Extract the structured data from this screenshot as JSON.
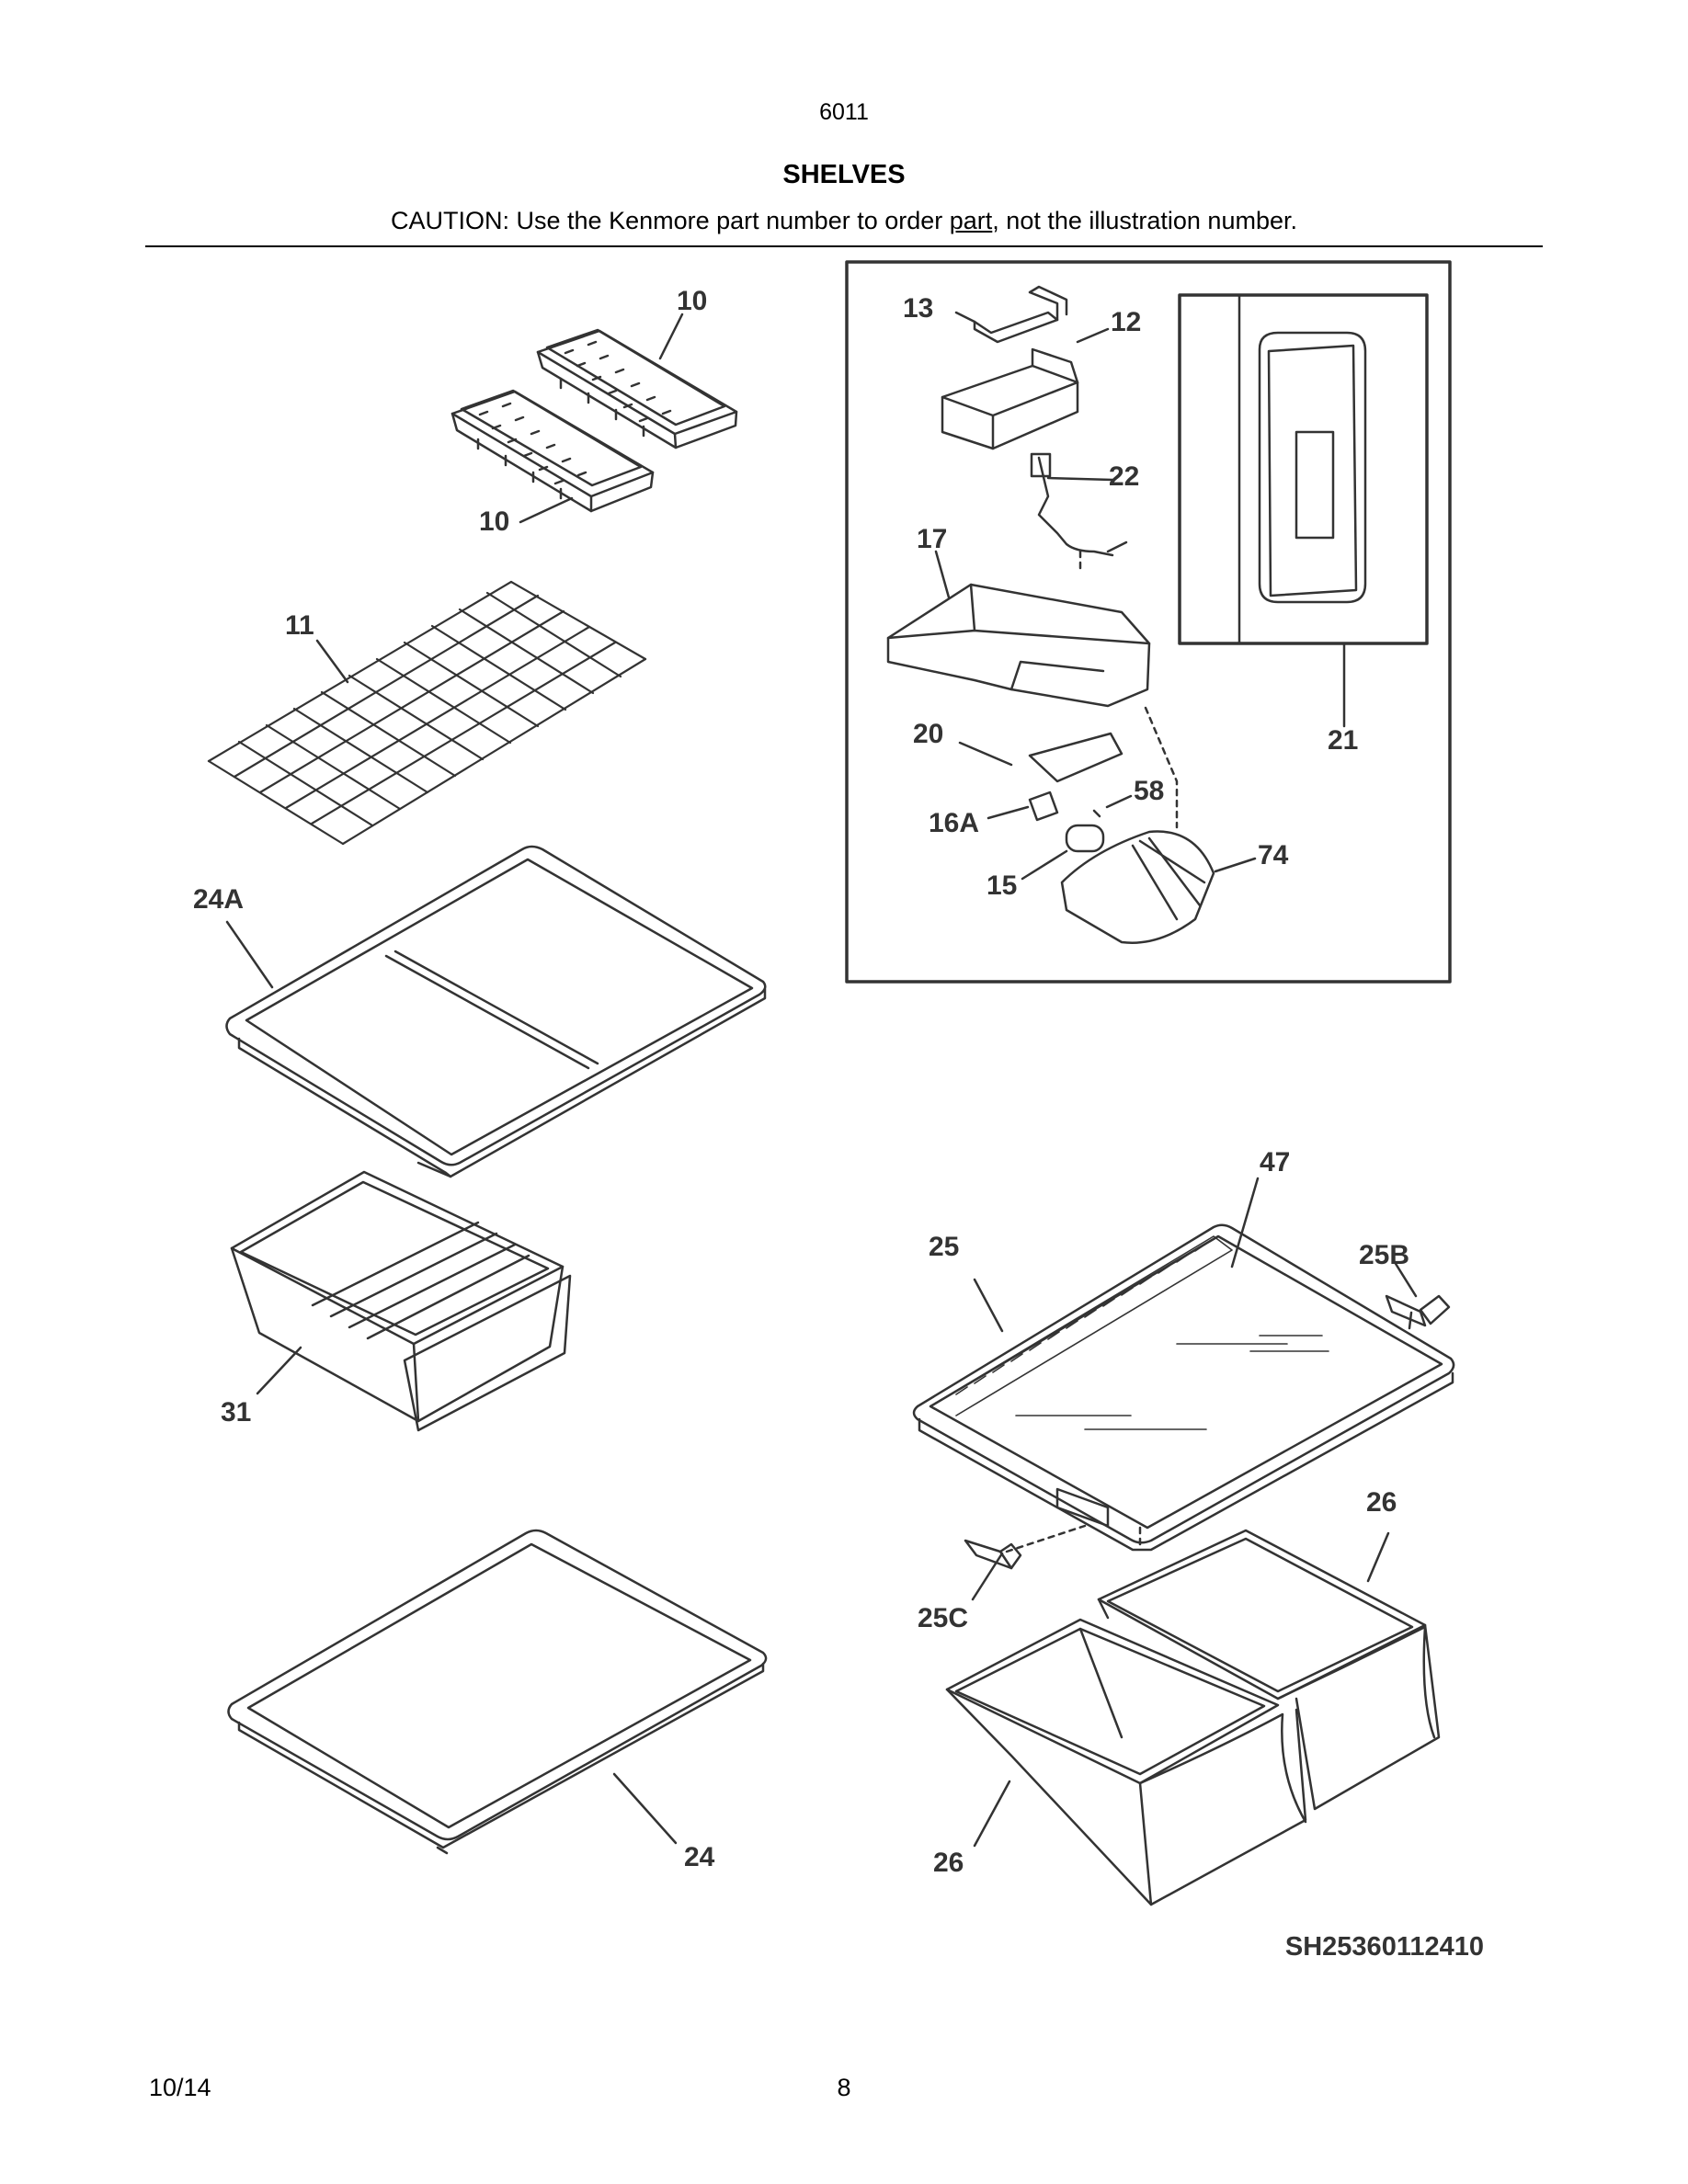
{
  "header": {
    "model": "6011",
    "title": "SHELVES",
    "caution_pre": "CAUTION: Use the Kenmore part number to order ",
    "caution_link": "part",
    "caution_post": ", not the illustration number."
  },
  "callouts": {
    "c10a": "10",
    "c10b": "10",
    "c11": "11",
    "c24a": "24A",
    "c31": "31",
    "c24": "24",
    "c13": "13",
    "c12": "12",
    "c22": "22",
    "c17": "17",
    "c20": "20",
    "c58": "58",
    "c16a": "16A",
    "c15": "15",
    "c74": "74",
    "c21": "21",
    "c47": "47",
    "c25": "25",
    "c25b": "25B",
    "c25c": "25C",
    "c26a": "26",
    "c26b": "26"
  },
  "footer": {
    "diagram_code": "SH25360112410",
    "date": "10/14",
    "page": "8"
  },
  "colors": {
    "line": "#333333",
    "text": "#000000"
  }
}
